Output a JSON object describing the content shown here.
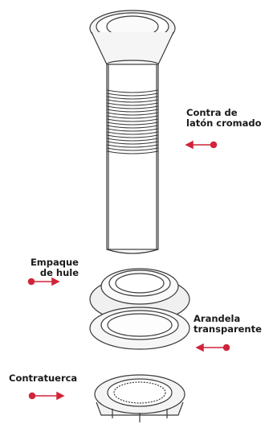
{
  "labels": {
    "contra": {
      "line1": "Contra de",
      "line2": "latón cromado"
    },
    "empaque": {
      "line1": "Empaque",
      "line2": "de hule"
    },
    "arandela": {
      "line1": "Arandela",
      "line2": "transparente"
    },
    "contratuerca": {
      "line1": "Contratuerca"
    }
  },
  "colors": {
    "accent": "#d0243a",
    "outline": "#3a3a3a",
    "text": "#1a1a1a"
  }
}
